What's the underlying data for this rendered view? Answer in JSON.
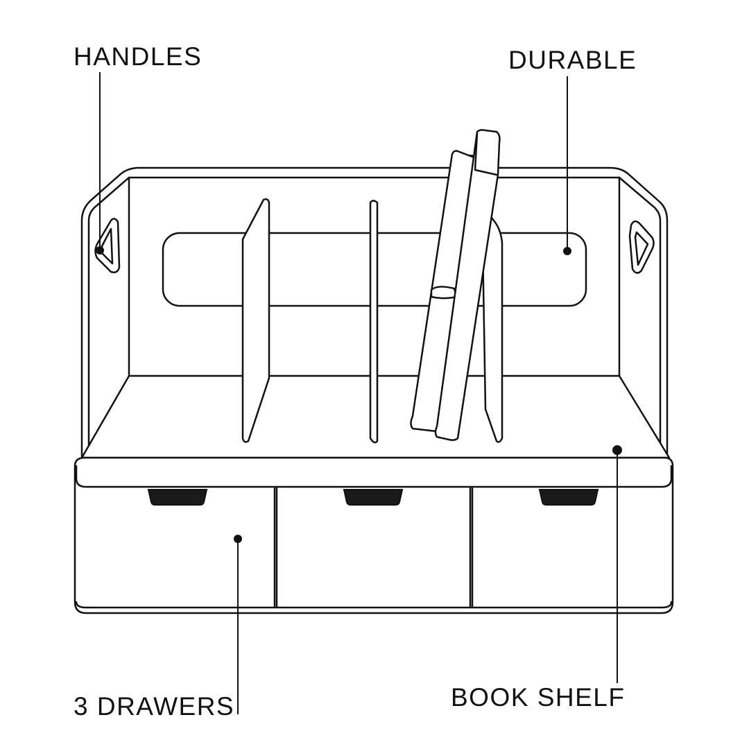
{
  "colors": {
    "stroke": "#111111",
    "fill": "#ffffff",
    "pull": "#1a1a1a"
  },
  "callouts": {
    "handles": "HANDLES",
    "durable": "DURABLE",
    "drawers": "3 DRAWERS",
    "bookshelf": "BOOK SHELF"
  }
}
